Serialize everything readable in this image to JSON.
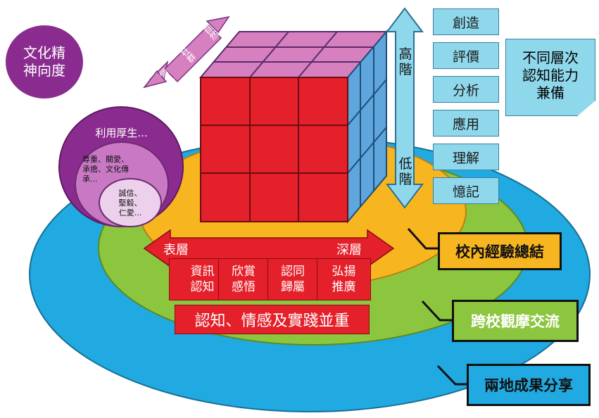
{
  "culture": {
    "title": "文化精\n神向度",
    "outer": "利用厚生...",
    "middle": "尊重、關愛、\n承擔、文化傳\n承...",
    "inner": "誠信、\n堅毅、\n仁愛..."
  },
  "scope_arrow": {
    "top": "自然",
    "middle": "社群",
    "bottom": "個人"
  },
  "cognitive_arrow": {
    "high": "高\n階",
    "low": "低\n階"
  },
  "cognitive_levels": [
    "創造",
    "評價",
    "分析",
    "應用",
    "理解",
    "憶記"
  ],
  "cognitive_note": "不同層次\n認知能力\n兼備",
  "depth_arrow": {
    "left": "表層",
    "right": "深層"
  },
  "experience_stages": [
    "資訊\n認知",
    "欣賞\n感悟",
    "認同\n歸屬",
    "弘揚\n推廣"
  ],
  "balance_banner": "認知、情感及實踐並重",
  "rings": {
    "inner": "校內經驗總結",
    "middle": "跨校觀摩交流",
    "outer": "兩地成果分享"
  },
  "colors": {
    "outer_ring": "#21a9e1",
    "middle_ring": "#8cc63e",
    "inner_ring": "#f7b520",
    "cube_front": "#e4202a",
    "cube_top": "#d680c0",
    "cube_side": "#5fa6dd",
    "culture_outer": "#8a2c8f",
    "culture_middle": "#c979c4",
    "culture_inner": "#ecd0ec"
  }
}
